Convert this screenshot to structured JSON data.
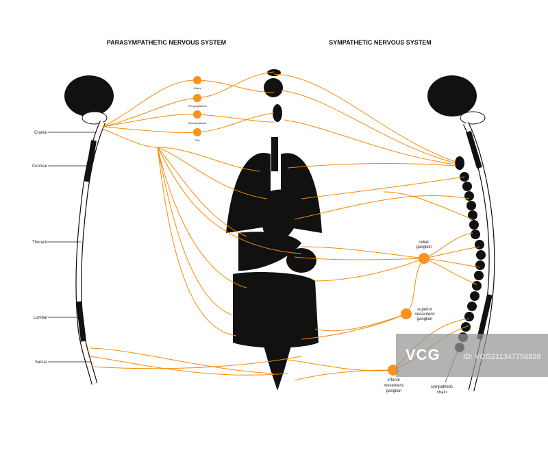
{
  "titles": {
    "parasympathetic": "PARASYMPATHETIC NERVOUS SYSTEM",
    "sympathetic": "SYMPATHETIC NERVOUS SYSTEM"
  },
  "spine_regions": [
    "Cranial",
    "Cervical",
    "Thoracic",
    "Lumbar",
    "Sacral"
  ],
  "cranial_ganglia": [
    "Ciliary",
    "Pterygopalatine",
    "Submandibular",
    "Otic"
  ],
  "sympathetic_ganglia": {
    "celiac": [
      "celiac",
      "ganglion"
    ],
    "superior_mesenteric": [
      "superior",
      "mesenteric",
      "ganglion"
    ],
    "inferior_mesenteric": [
      "inferior",
      "mesenteric",
      "ganglion"
    ],
    "chain": [
      "sympathetic",
      "chain"
    ]
  },
  "watermark": {
    "logo": "VCG",
    "id": "ID: VCG211347756828"
  },
  "colors": {
    "nerve": "#f28a00",
    "ganglion": "#f7931e",
    "organ": "#111111"
  }
}
